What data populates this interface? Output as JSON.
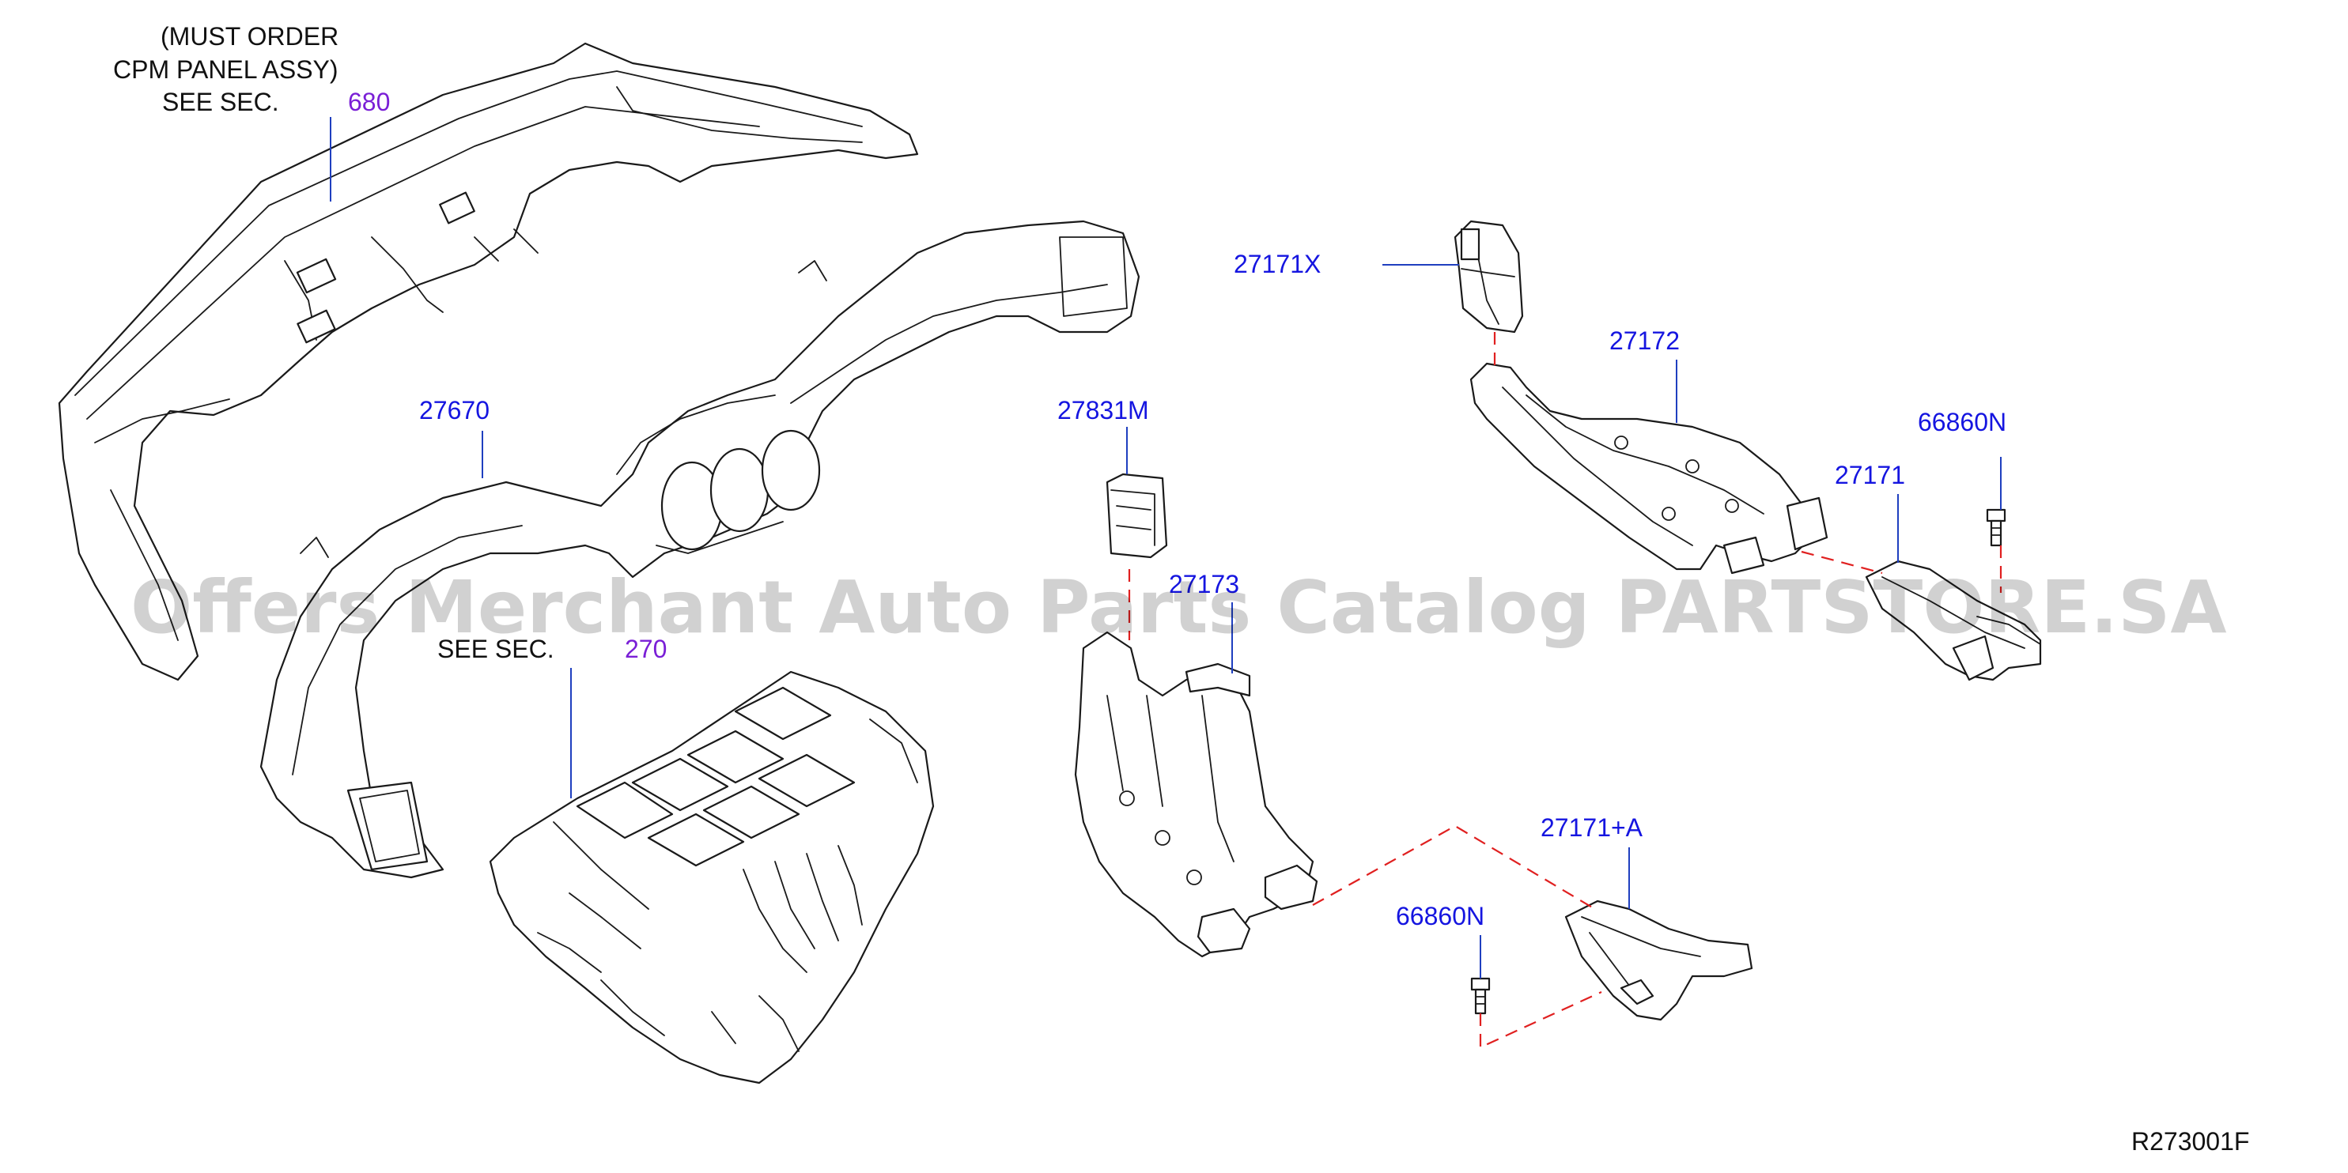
{
  "diagram": {
    "note_lines": [
      "(MUST ORDER",
      "CPM PANEL ASSY)",
      "SEE SEC."
    ],
    "note_ref": "680",
    "see_sec_label": "SEE SEC.",
    "see_sec_ref": "270",
    "parts": {
      "p27670": "27670",
      "p27831M": "27831M",
      "p27173": "27173",
      "p27171X": "27171X",
      "p27172": "27172",
      "p27171": "27171",
      "p66860N_top": "66860N",
      "p27171A": "27171+A",
      "p66860N_bottom": "66860N"
    },
    "figure_code": "R273001F"
  },
  "watermark": "Offers Merchant Auto Parts Catalog PARTSTORE.SA",
  "colors": {
    "part_number": "#1515e0",
    "section_ref": "#7a1fd6",
    "leader_line": "#1f3fbf",
    "dashed_connector": "#e02020",
    "outline": "#1a1a1a"
  }
}
